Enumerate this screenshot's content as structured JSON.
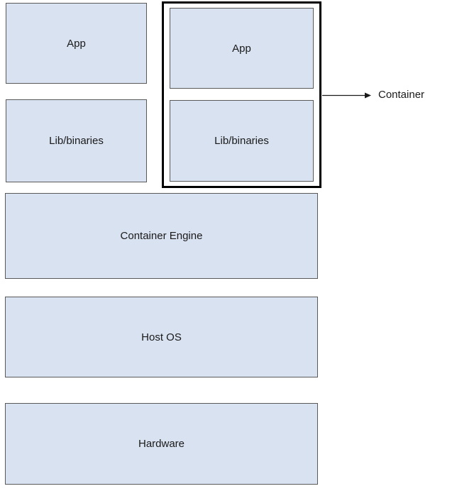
{
  "diagram": {
    "type": "container-architecture-stack",
    "boxes": {
      "left_app": {
        "label": "App"
      },
      "left_lib": {
        "label": "Lib/binaries"
      },
      "container_app": {
        "label": "App"
      },
      "container_lib": {
        "label": "Lib/binaries"
      },
      "container_engine": {
        "label": "Container Engine"
      },
      "host_os": {
        "label": "Host OS"
      },
      "hardware": {
        "label": "Hardware"
      }
    },
    "annotation": {
      "label": "Container"
    },
    "colors": {
      "box_fill": "#d9e2f1",
      "box_border": "#595959",
      "container_group_border": "#000000",
      "text": "#1a1a1a",
      "background": "#ffffff"
    }
  }
}
